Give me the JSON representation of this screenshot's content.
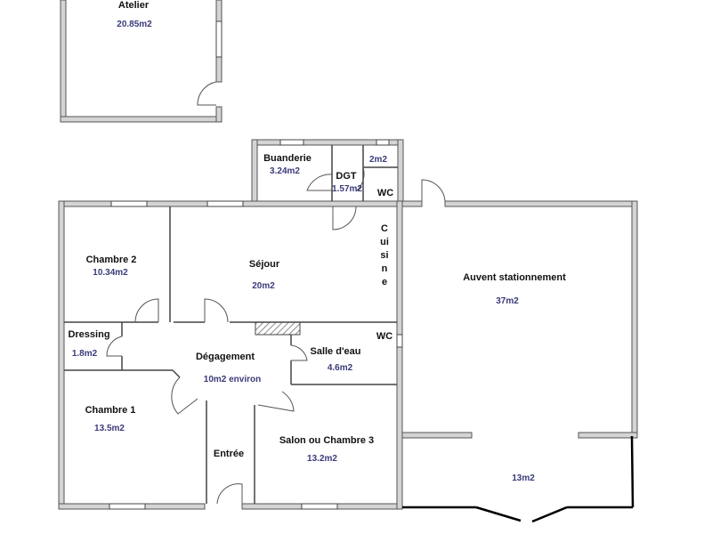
{
  "plan": {
    "rooms": [
      {
        "id": "atelier",
        "name": "Atelier",
        "area": "20.85m2"
      },
      {
        "id": "buanderie",
        "name": "Buanderie",
        "area": "3.24m2"
      },
      {
        "id": "dgt",
        "name": "DGT",
        "area": "1.57m2"
      },
      {
        "id": "wc-top",
        "name": "WC",
        "area": "2m2"
      },
      {
        "id": "chambre2",
        "name": "Chambre 2",
        "area": "10.34m2"
      },
      {
        "id": "sejour",
        "name": "Séjour",
        "area": "20m2"
      },
      {
        "id": "cuisine",
        "name": "Cuisine",
        "area": ""
      },
      {
        "id": "dressing",
        "name": "Dressing",
        "area": "1.8m2"
      },
      {
        "id": "degagement",
        "name": "Dégagement",
        "area": "10m2 environ"
      },
      {
        "id": "salle-eau",
        "name": "Salle d'eau",
        "area": "4.6m2"
      },
      {
        "id": "wc-mid",
        "name": "WC",
        "area": ""
      },
      {
        "id": "chambre1",
        "name": "Chambre 1",
        "area": "13.5m2"
      },
      {
        "id": "entree",
        "name": "Entrée",
        "area": ""
      },
      {
        "id": "salon",
        "name": "Salon ou Chambre 3",
        "area": "13.2m2"
      },
      {
        "id": "auvent",
        "name": "Auvent stationnement",
        "area": "37m2"
      },
      {
        "id": "extension",
        "name": "",
        "area": "13m2"
      }
    ],
    "colors": {
      "wall_fill": "#d4d4d4",
      "wall_stroke": "#555555",
      "label": "#111111",
      "area": "#3a3a7a",
      "new_wall": "#000000"
    }
  }
}
